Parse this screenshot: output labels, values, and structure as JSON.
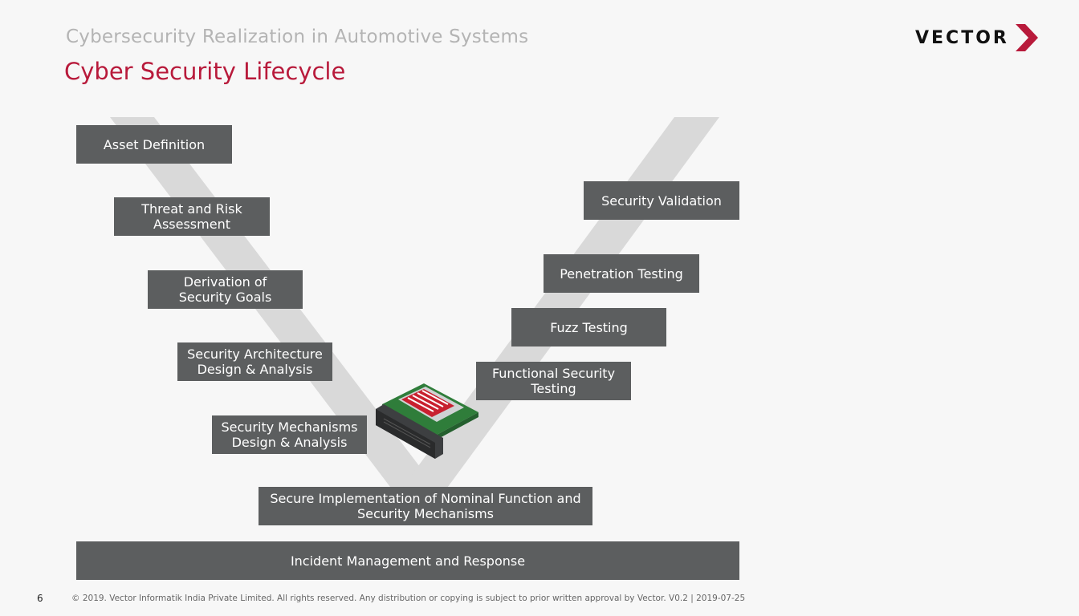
{
  "header": {
    "subtitle": "Cybersecurity Realization in Automotive Systems",
    "title": "Cyber Security Lifecycle",
    "logo_text": "VECTOR",
    "logo_mark_icon": "chevron-right-icon",
    "brand_color": "#b81a3b"
  },
  "diagram": {
    "left_steps": [
      "Asset Definition",
      "Threat and Risk\nAssessment",
      "Derivation of\nSecurity Goals",
      "Security Architecture\nDesign & Analysis",
      "Security Mechanisms\nDesign & Analysis"
    ],
    "bottom_step": "Secure Implementation of Nominal Function and\nSecurity Mechanisms",
    "right_steps": [
      "Functional Security\nTesting",
      "Fuzz Testing",
      "Penetration Testing",
      "Security Validation"
    ],
    "base_step": "Incident Management and Response",
    "center_image": "ecu-circuit-board-icon",
    "box_color": "#5c5e5f",
    "v_color": "#d9d9d9"
  },
  "footer": {
    "page_number": "6",
    "copyright": "© 2019. Vector Informatik India Private Limited. All rights reserved. Any distribution or copying is subject to prior written approval by Vector. V0.2 | 2019-07-25"
  }
}
